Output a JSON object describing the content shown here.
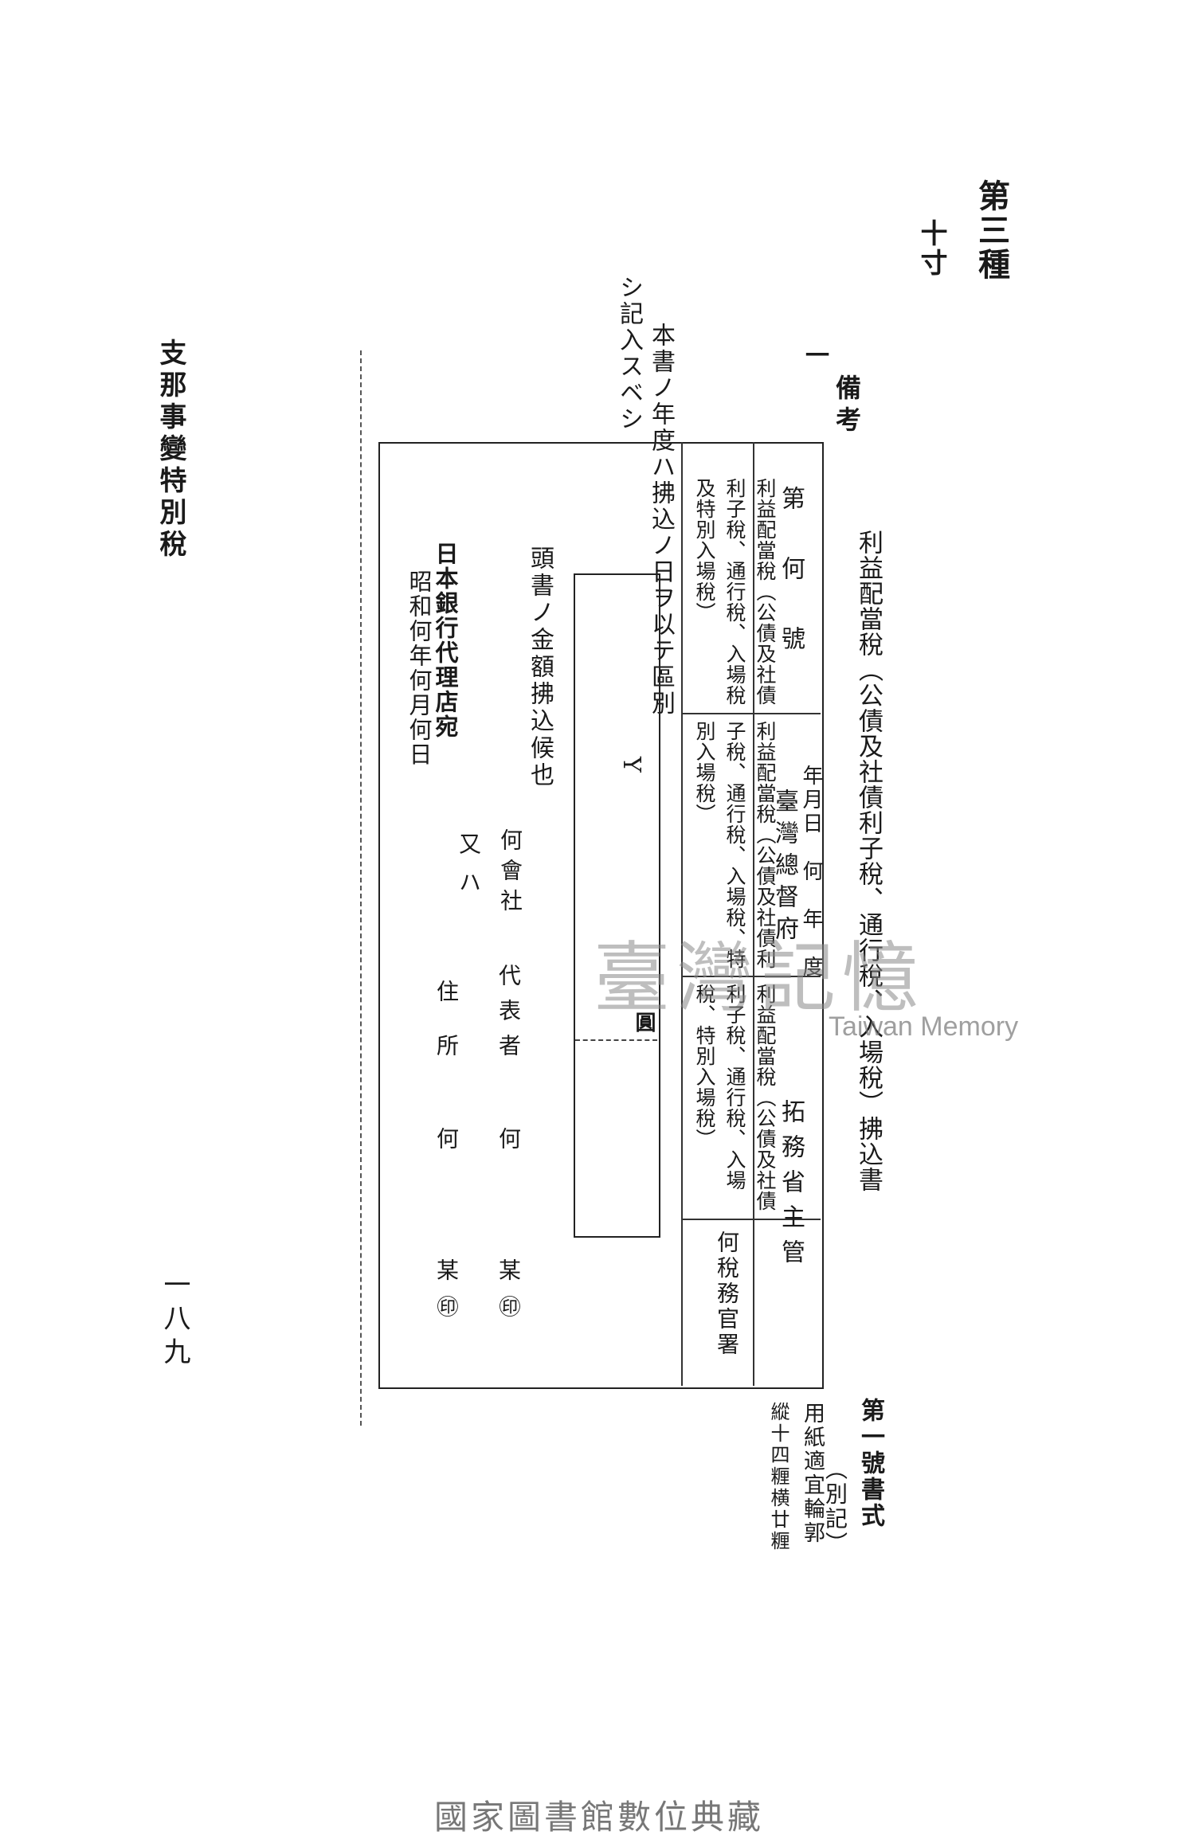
{
  "header": {
    "form_kind": "第三種",
    "size": "十寸",
    "section_title": "支那事變特別稅",
    "page_number": "一八九"
  },
  "notes": {
    "heading": "備考",
    "item_number": "一",
    "line1": "本書ノ年度ハ拂込ノ日ヲ以テ區別",
    "line2": "シ記入スベシ"
  },
  "form": {
    "title": "利益配當稅（公債及社債利子稅、通行稅、入場稅）拂込書",
    "number_label": "第　何　號",
    "date_label": "年月日　何　年　度",
    "recipient": "臺灣總督府",
    "ministry": "拓務省主管",
    "office": "何稅務官署",
    "cell1": "利益配當稅（公債及社債利子稅、通行稅、入場稅及特別入場稅）",
    "cell2": "利益配當稅（公債及社債利子稅、通行稅、入場稅、特別入場稅）",
    "cell3": "利益配當稅（公債及社債利子稅、通行稅、入場稅、特別入場稅）",
    "amount_mark": "Y",
    "stamp_mark": "圓",
    "payment_text": "頭書ノ金額拂込候也",
    "company": "何會社",
    "representative": "代表者",
    "rep_name": "何",
    "seal1": "某㊞",
    "or_text": "又ハ",
    "address": "住所",
    "address_name": "何",
    "seal2": "某㊞",
    "bank": "日本銀行代理店宛",
    "date_line": "昭和何年何月何日"
  },
  "side_note": {
    "appendix": "（別記）",
    "form_no": "第一號書式",
    "paper": "用紙適宜輪郭",
    "size": "縱十四糎横廿糎"
  },
  "watermark": {
    "cjk": "臺灣記憶",
    "latin": "Taiwan Memory"
  },
  "footer": {
    "library": "國家圖書館數位典藏"
  }
}
